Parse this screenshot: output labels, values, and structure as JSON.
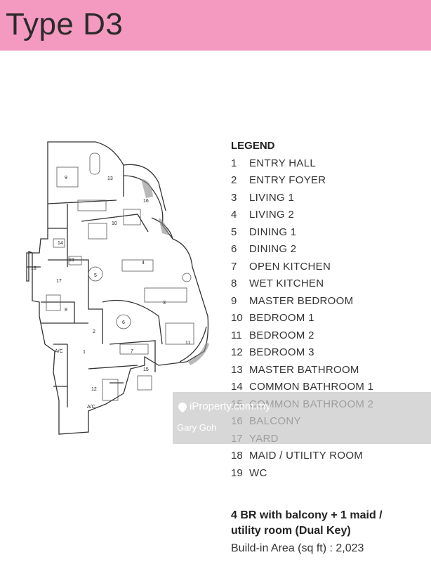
{
  "header": {
    "title": "Type D3",
    "bg_color": "#f49ac1"
  },
  "legend": {
    "title": "LEGEND",
    "items": [
      {
        "num": "1",
        "label": "ENTRY HALL"
      },
      {
        "num": "2",
        "label": "ENTRY FOYER"
      },
      {
        "num": "3",
        "label": "LIVING 1"
      },
      {
        "num": "4",
        "label": "LIVING 2"
      },
      {
        "num": "5",
        "label": "DINING 1"
      },
      {
        "num": "6",
        "label": "DINING 2"
      },
      {
        "num": "7",
        "label": "OPEN KITCHEN"
      },
      {
        "num": "8",
        "label": "WET KITCHEN"
      },
      {
        "num": "9",
        "label": "MASTER BEDROOM"
      },
      {
        "num": "10",
        "label": "BEDROOM 1"
      },
      {
        "num": "11",
        "label": "BEDROOM 2"
      },
      {
        "num": "12",
        "label": "BEDROOM 3"
      },
      {
        "num": "13",
        "label": "MASTER BATHROOM"
      },
      {
        "num": "14",
        "label": "COMMON BATHROOM 1"
      },
      {
        "num": "15",
        "label": "COMMON BATHROOM 2"
      },
      {
        "num": "16",
        "label": "BALCONY"
      },
      {
        "num": "17",
        "label": "YARD"
      },
      {
        "num": "18",
        "label": "MAID / UTILITY ROOM"
      },
      {
        "num": "19",
        "label": "WC"
      }
    ]
  },
  "summary": {
    "line1": "4 BR with balcony + 1 maid /",
    "line2": "utility room (Dual Key)"
  },
  "area": {
    "label": "Build-in Area (sq ft) : 2,023"
  },
  "watermark": {
    "brand": "iProperty.com.my",
    "agent": "Gary Goh"
  },
  "plan": {
    "room_labels": [
      "9",
      "13",
      "16",
      "10",
      "14",
      "19",
      "18",
      "17",
      "4",
      "5",
      "3",
      "8",
      "6",
      "11",
      "2",
      "1",
      "7",
      "15",
      "12",
      "A/C",
      "A/C"
    ]
  }
}
